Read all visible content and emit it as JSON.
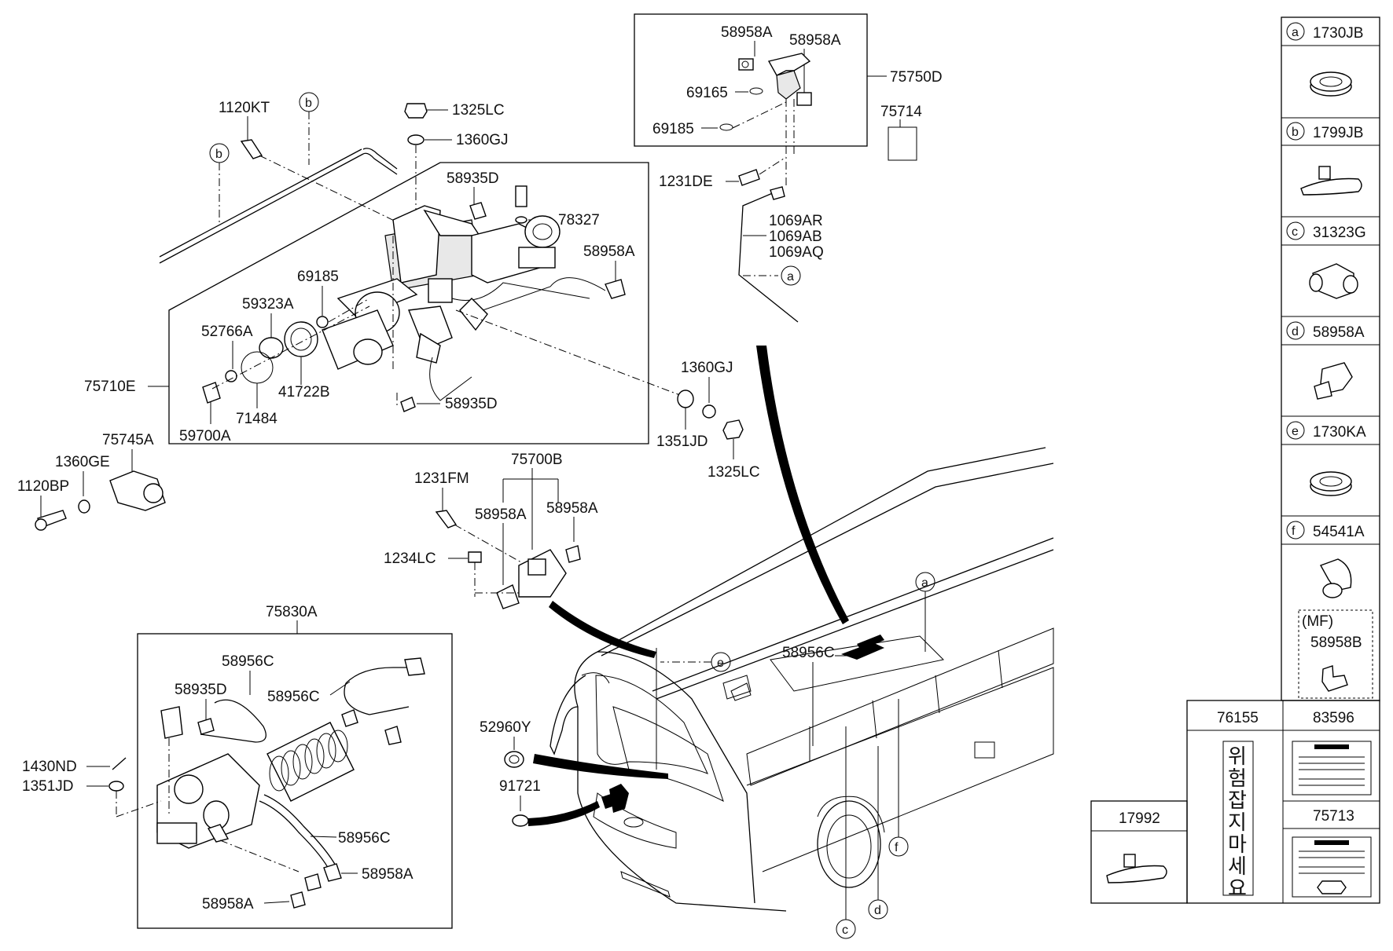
{
  "parts": {
    "p58958a_top1": "58958A",
    "p58958a_top2": "58958A",
    "p75750d": "75750D",
    "p69165": "69165",
    "p69185_top": "69185",
    "p75714": "75714",
    "p1231de": "1231DE",
    "p1069ar": "1069AR",
    "p1069ab": "1069AB",
    "p1069aq": "1069AQ",
    "p1120kt": "1120KT",
    "p1325lc_top": "1325LC",
    "p1360gj_top": "1360GJ",
    "p58935d_top": "58935D",
    "p78327": "78327",
    "p58958a_mid": "58958A",
    "p69185_mid": "69185",
    "p59323a": "59323A",
    "p52766a": "52766A",
    "p75710e": "75710E",
    "p41722b": "41722B",
    "p71484": "71484",
    "p59700a": "59700A",
    "p58935d_mid": "58935D",
    "p1360gj_right": "1360GJ",
    "p1351jd_right": "1351JD",
    "p1325lc_right": "1325LC",
    "p75745a": "75745A",
    "p1360ge": "1360GE",
    "p1120bp": "1120BP",
    "p75700b": "75700B",
    "p1231fm": "1231FM",
    "p58958a_l": "58958A",
    "p58958a_r": "58958A",
    "p1234lc": "1234LC",
    "p75830a": "75830A",
    "p58956c_1": "58956C",
    "p58935d_low": "58935D",
    "p58956c_2": "58956C",
    "p1430nd": "1430ND",
    "p1351jd_low": "1351JD",
    "p58956c_3": "58956C",
    "p58958a_low1": "58958A",
    "p58958a_low2": "58958A",
    "p58956c_bus": "58956C",
    "p52960y": "52960Y",
    "p91721": "91721"
  },
  "callouts": {
    "a": "a",
    "b": "b",
    "c": "c",
    "d": "d",
    "e": "e",
    "f": "f"
  },
  "legend": {
    "items": [
      {
        "letter": "a",
        "code": "1730JB"
      },
      {
        "letter": "b",
        "code": "1799JB"
      },
      {
        "letter": "c",
        "code": "31323G"
      },
      {
        "letter": "d",
        "code": "58958A"
      },
      {
        "letter": "e",
        "code": "1730KA"
      },
      {
        "letter": "f",
        "code": "54541A"
      }
    ],
    "mf_label": "(MF)",
    "mf_code": "58958B",
    "h76155": "76155",
    "h83596": "83596",
    "h17992": "17992",
    "h75713": "75713",
    "korean": [
      "위",
      "험",
      "잡",
      "지",
      "마",
      "세",
      "요"
    ]
  }
}
